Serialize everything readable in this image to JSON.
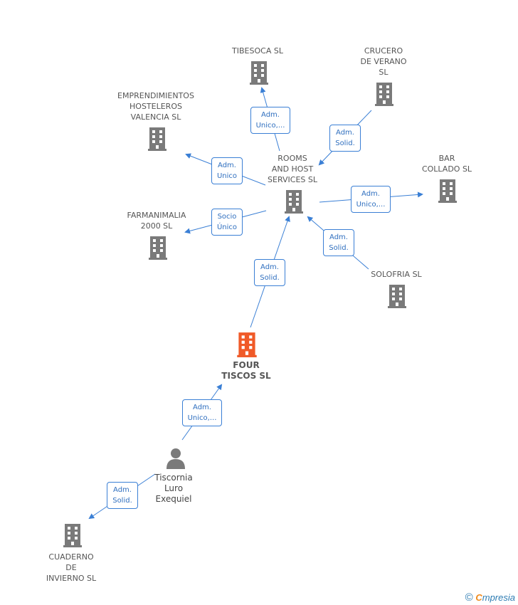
{
  "colors": {
    "accent": "#3a7fd5",
    "building": "#7a7a7a",
    "focus": "#f05a28",
    "text": "#555555"
  },
  "nodes": {
    "tibesoca": {
      "label": "TIBESOCA SL",
      "icon": "building-icon"
    },
    "crucero": {
      "label": "CRUCERO\nDE VERANO\nSL",
      "icon": "building-icon"
    },
    "emprendimientos": {
      "label": "EMPRENDIMIENTOS\nHOSTELEROS\nVALENCIA SL",
      "icon": "building-icon"
    },
    "rooms": {
      "label": "ROOMS\nAND HOST\nSERVICES SL",
      "icon": "building-icon"
    },
    "bar_collado": {
      "label": "BAR\nCOLLADO SL",
      "icon": "building-icon"
    },
    "farmanimalia": {
      "label": "FARMANIMALIA\n2000 SL",
      "icon": "building-icon"
    },
    "solofria": {
      "label": "SOLOFRIA  SL",
      "icon": "building-icon"
    },
    "four_tiscos": {
      "label": "FOUR\nTISCOS  SL",
      "icon": "building-icon"
    },
    "tiscornia": {
      "label": "Tiscornia\nLuro\nExequiel",
      "icon": "person-icon"
    },
    "cuaderno": {
      "label": "CUADERNO\nDE\nINVIERNO SL",
      "icon": "building-icon"
    }
  },
  "edges": {
    "rooms_tibesoca": "Adm.\nUnico,...",
    "crucero_rooms": "Adm.\nSolid.",
    "rooms_emprendimientos": "Adm.\nUnico",
    "rooms_bar": "Adm.\nUnico,...",
    "rooms_farmanimalia": "Socio\nÚnico",
    "solofria_rooms": "Adm.\nSolid.",
    "four_rooms": "Adm.\nSolid.",
    "tiscornia_four": "Adm.\nUnico,...",
    "tiscornia_cuaderno": "Adm.\nSolid."
  },
  "watermark": {
    "copyright": "©",
    "brand_first": "C",
    "brand_rest": "mpresia"
  }
}
